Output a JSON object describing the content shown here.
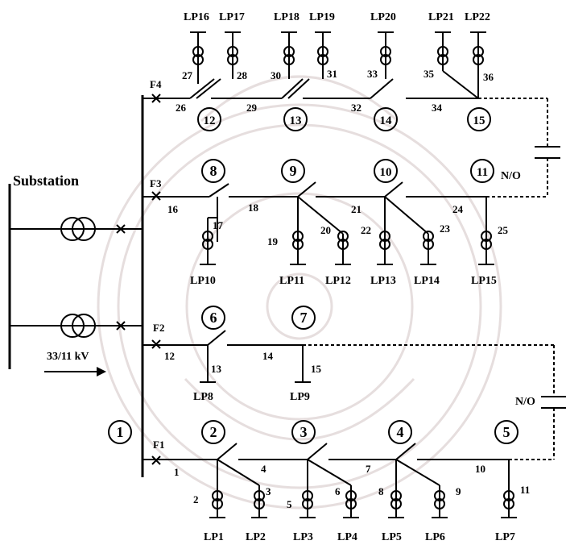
{
  "title": "Substation",
  "voltage": "33/11 kV",
  "open_label": "N/O",
  "feeders": [
    "F1",
    "F2",
    "F3",
    "F4"
  ],
  "nodes": [
    "1",
    "2",
    "3",
    "4",
    "5",
    "6",
    "7",
    "8",
    "9",
    "10",
    "11",
    "12",
    "13",
    "14",
    "15"
  ],
  "loads": {
    "top": [
      "LP16",
      "LP17",
      "LP18",
      "LP19",
      "LP20",
      "LP21",
      "LP22"
    ],
    "f3": [
      "LP10",
      "LP11",
      "LP12",
      "LP13",
      "LP14",
      "LP15"
    ],
    "f2": [
      "LP8",
      "LP9"
    ],
    "f1": [
      "LP1",
      "LP2",
      "LP3",
      "LP4",
      "LP5",
      "LP6",
      "LP7"
    ]
  },
  "switches": [
    "1",
    "2",
    "3",
    "4",
    "5",
    "6",
    "7",
    "8",
    "9",
    "10",
    "11",
    "12",
    "13",
    "14",
    "15",
    "16",
    "17",
    "18",
    "19",
    "20",
    "21",
    "22",
    "23",
    "24",
    "25",
    "26",
    "27",
    "28",
    "29",
    "30",
    "31",
    "32",
    "33",
    "34",
    "35",
    "36"
  ]
}
